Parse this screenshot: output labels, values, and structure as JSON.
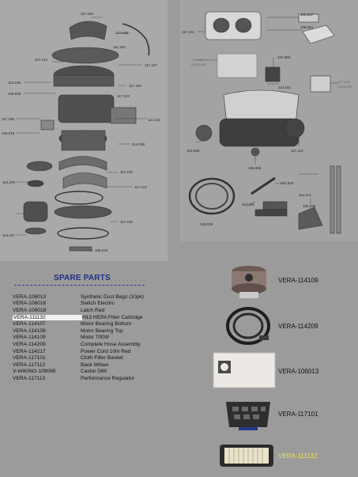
{
  "diagram_left": {
    "labels": [
      "117.105",
      "117.108",
      "111.310",
      "117.124",
      "117.107",
      "114.109",
      "117.104",
      "106.018",
      "117.103",
      "111.132",
      "117.106",
      "106.016",
      "114.108",
      "117.103",
      "117.113",
      "114.109",
      "117.102",
      "114.107",
      "106.018"
    ]
  },
  "diagram_right": {
    "labels": [
      "117.101",
      "106.047",
      "106.061",
      "117.117",
      "101.093",
      "114.101",
      "117.118",
      "101.029",
      "106.965",
      "117.112",
      "101.023",
      "114.114",
      "114.115",
      "106.029",
      "106.035"
    ],
    "notes": [
      "(optional)",
      "(optional)"
    ]
  },
  "spare_parts": {
    "title": "SPARE PARTS",
    "items": [
      {
        "code": "VERA-106013",
        "desc": "Synthetic Dust Bags (10pk)"
      },
      {
        "code": "VERA-106016",
        "desc": "Switch Electric"
      },
      {
        "code": "VERA-106018",
        "desc": "Latch Red"
      },
      {
        "code": "VERA-111132",
        "desc": "H13 HEPA Filter Cartridge"
      },
      {
        "code": "VERA-114107",
        "desc": "Motor Bearing Bottom"
      },
      {
        "code": "VERA-114108",
        "desc": "Motor Bearing Top"
      },
      {
        "code": "VERA-114109",
        "desc": "Motor 700W"
      },
      {
        "code": "VERA-114209",
        "desc": "Complete Hose Assembly"
      },
      {
        "code": "VERA-114217",
        "desc": "Power Cord 10m Red"
      },
      {
        "code": "VERA-117101",
        "desc": "Cloth Filter Basket"
      },
      {
        "code": "VERA-117112",
        "desc": "Back Wheel"
      },
      {
        "code": "V-WIKING-109065",
        "desc": "Castor D60"
      },
      {
        "code": "VERA-117113",
        "desc": "Performance Regulator"
      }
    ]
  },
  "thumbnails": [
    {
      "label": "VERA-114109",
      "icon": "motor-icon"
    },
    {
      "label": "VERA-114209",
      "icon": "hose-icon"
    },
    {
      "label": "VERA-106013",
      "icon": "dust-bag-icon"
    },
    {
      "label": "VERA-117101",
      "icon": "filter-basket-icon"
    },
    {
      "label": "VERA-111132",
      "icon": "hepa-filter-icon",
      "highlight": true
    }
  ],
  "colors": {
    "title": "#1f2f88",
    "highlight_text": "#f4e34a",
    "background": "#9b9b9b"
  }
}
